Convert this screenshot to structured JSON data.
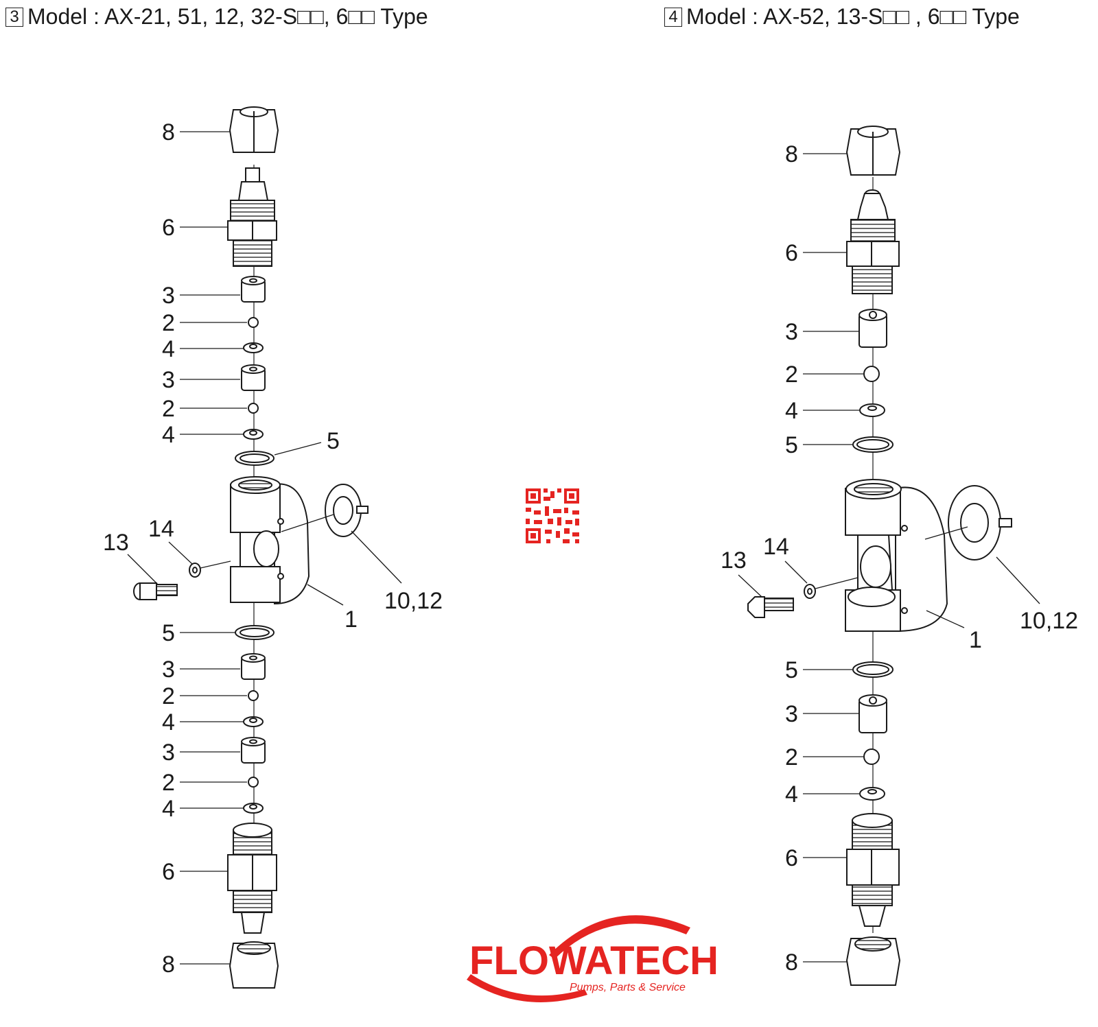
{
  "diagrams": [
    {
      "number": "3",
      "title": "Model : AX-21, 51, 12, 32-S□□, 6□□ Type"
    },
    {
      "number": "4",
      "title": "Model : AX-52, 13-S□□ , 6□□ Type"
    }
  ],
  "left_callouts": [
    "8",
    "6",
    "3",
    "2",
    "4",
    "3",
    "2",
    "4",
    "5",
    "13",
    "14",
    "10,12",
    "1",
    "5",
    "3",
    "2",
    "4",
    "3",
    "2",
    "4",
    "6",
    "8"
  ],
  "right_callouts": [
    "8",
    "6",
    "3",
    "2",
    "4",
    "5",
    "13",
    "14",
    "10,12",
    "1",
    "5",
    "3",
    "2",
    "4",
    "6",
    "8"
  ],
  "logo": {
    "name": "FLOWATECH",
    "tagline": "Pumps, Parts & Service",
    "color": "#e52421"
  },
  "qr": {
    "color": "#e52421"
  },
  "colors": {
    "line": "#1a1a1a",
    "fill": "#ffffff"
  }
}
